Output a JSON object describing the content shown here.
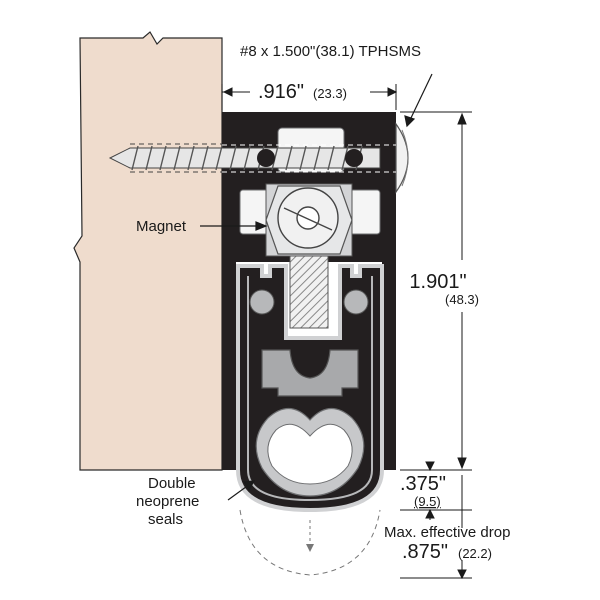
{
  "labels": {
    "screw_spec": "#8 x 1.500\"(38.1) TPHSMS",
    "width_in": ".916\"",
    "width_mm": "(23.3)",
    "height_in": "1.901\"",
    "height_mm": "(48.3)",
    "magnet": "Magnet",
    "seals_line1": "Double",
    "seals_line2": "neoprene",
    "seals_line3": "seals",
    "offset_in": ".375\"",
    "offset_mm": "(9.5)",
    "drop_label": "Max. effective drop",
    "drop_in": ".875\"",
    "drop_mm": "(22.2)"
  },
  "colors": {
    "door": "#efdccd",
    "housing": "#231f20",
    "seal": "#b7b8ba",
    "seal_outline": "#7e8083",
    "metal": "#d3d4d6",
    "screw": "#e6e6e6",
    "line": "#1a1a1a"
  }
}
